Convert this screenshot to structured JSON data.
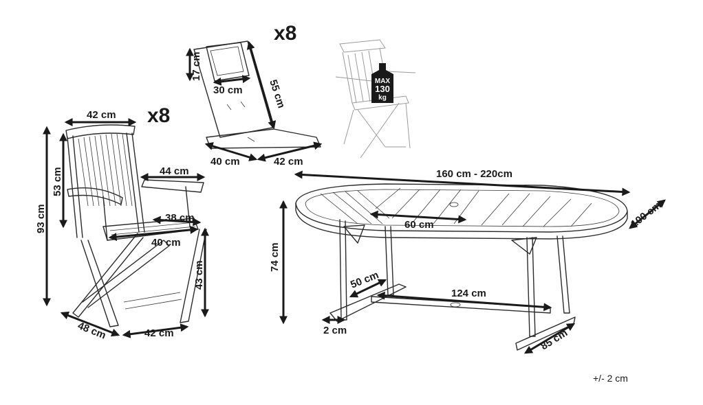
{
  "multipliers": {
    "chair_count": "x8",
    "cushion_count": "x8"
  },
  "cushion": {
    "height": "55 cm",
    "pillow": "17 cm",
    "pillow_width": "30 cm",
    "depth": "40 cm",
    "width": "42 cm"
  },
  "chair": {
    "top_width": "42 cm",
    "backrest_height": "53 cm",
    "total_height": "93 cm",
    "armrest_length": "44 cm",
    "seat_width": "38 cm",
    "seat_depth": "40 cm",
    "seat_height": "43 cm",
    "base_depth": "48 cm",
    "base_width": "42 cm"
  },
  "badge": {
    "line1": "MAX",
    "line2": "130",
    "line3": "kg"
  },
  "table": {
    "length": "160 cm - 220cm",
    "width": "100 cm",
    "extension": "60 cm",
    "height": "74 cm",
    "foot_depth": "50 cm",
    "rail_length": "124 cm",
    "leg_thickness": "2 cm",
    "base_width": "85 cm"
  },
  "tolerance": "+/- 2 cm"
}
